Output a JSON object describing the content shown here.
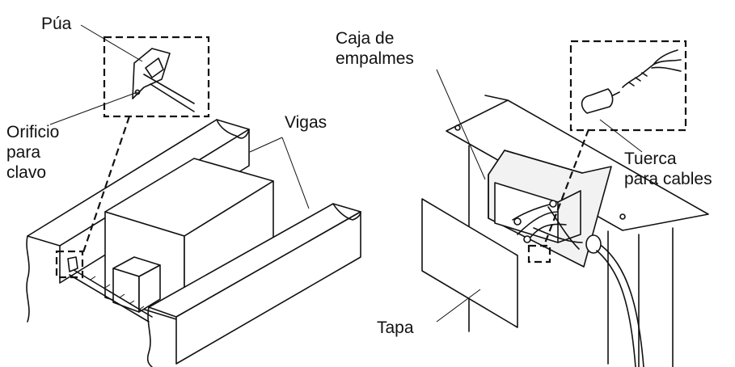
{
  "labels": {
    "pua": "Púa",
    "orificio": [
      "Orificio",
      "para",
      "clavo"
    ],
    "vigas": "Vigas",
    "caja": [
      "Caja de",
      "empalmes"
    ],
    "tuerca": [
      "Tuerca",
      "para cables"
    ],
    "tapa": "Tapa"
  }
}
